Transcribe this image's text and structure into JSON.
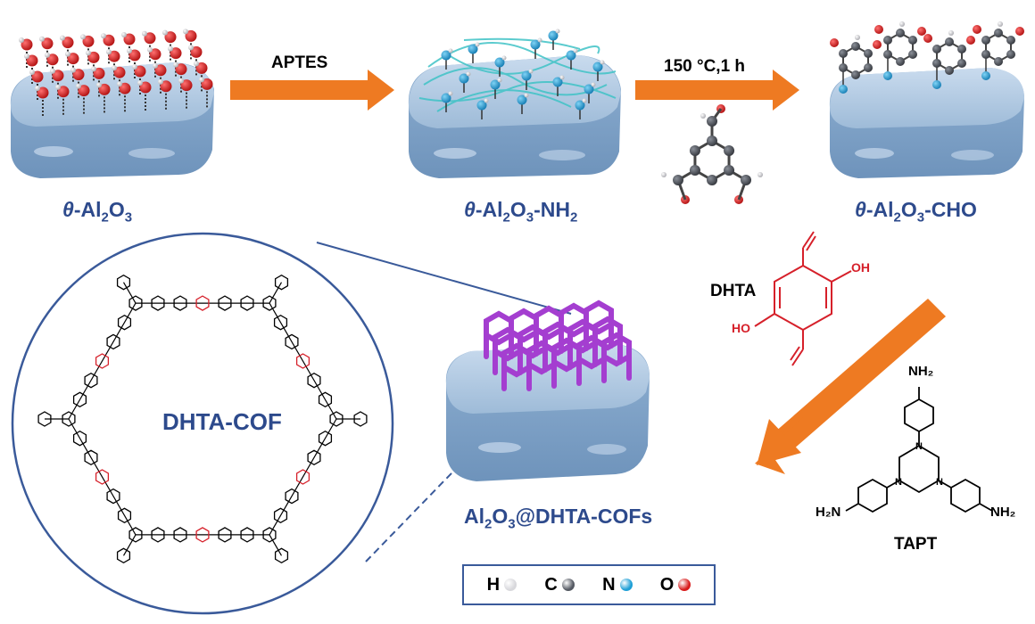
{
  "labels": {
    "theta": "θ",
    "al2o3": "-Al",
    "nh2": "-NH",
    "cho": "-CHO",
    "sub2": "2",
    "sub3": "3",
    "o": "O",
    "aptes": "APTES",
    "conditions": "150 °C,1 h",
    "cof_name": "DHTA-COF",
    "product_al": "Al",
    "product_rest": "@DHTA-COFs",
    "dhta": "DHTA",
    "tapt": "TAPT",
    "nh2_top": "NH₂",
    "h2n_left": "H₂N",
    "nh2_right": "NH₂",
    "ho": "HO",
    "oh": "OH"
  },
  "legend": [
    {
      "symbol": "H",
      "color": "#d8d8dc"
    },
    {
      "symbol": "C",
      "color": "#555a63"
    },
    {
      "symbol": "N",
      "color": "#1e9fd6"
    },
    {
      "symbol": "O",
      "color": "#d81c1c"
    }
  ],
  "colors": {
    "label_blue": "#2d4a8c",
    "arrow_orange": "#ee7a22",
    "substrate": "#a9c4df",
    "cof_purple": "#a43ed0",
    "circle_border": "#3a5a9a",
    "chem_red": "#d6202a"
  }
}
